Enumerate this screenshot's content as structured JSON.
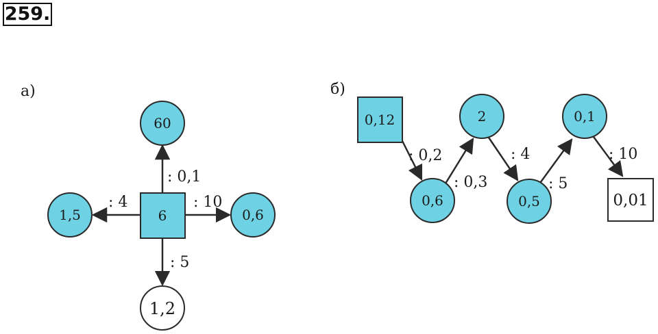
{
  "problem_number": "259.",
  "colors": {
    "filled": "#6fd2e4",
    "empty": "#ffffff",
    "stroke": "#2a2a2a"
  },
  "part_a": {
    "label": "а)",
    "nodes": {
      "center": {
        "text": "6",
        "shape": "square",
        "filled": true
      },
      "top": {
        "text": "60",
        "shape": "circle",
        "filled": true
      },
      "left": {
        "text": "1,5",
        "shape": "circle",
        "filled": true
      },
      "right": {
        "text": "0,6",
        "shape": "circle",
        "filled": true
      },
      "bottom": {
        "text": "1,2",
        "shape": "circle",
        "filled": false
      }
    },
    "edges": [
      {
        "from": "center",
        "to": "top",
        "label": ": 0,1"
      },
      {
        "from": "center",
        "to": "left",
        "label": ": 4"
      },
      {
        "from": "center",
        "to": "right",
        "label": ": 10"
      },
      {
        "from": "center",
        "to": "bottom",
        "label": ": 5"
      }
    ]
  },
  "part_b": {
    "label": "б)",
    "nodes": [
      {
        "text": "0,12",
        "shape": "square",
        "filled": true
      },
      {
        "text": "0,6",
        "shape": "circle",
        "filled": true
      },
      {
        "text": "2",
        "shape": "circle",
        "filled": true
      },
      {
        "text": "0,5",
        "shape": "circle",
        "filled": true
      },
      {
        "text": "0,1",
        "shape": "circle",
        "filled": true
      },
      {
        "text": "0,01",
        "shape": "square",
        "filled": false
      }
    ],
    "edge_labels": [
      ": 0,2",
      ": 0,3",
      ": 4",
      ": 5",
      ": 10"
    ]
  }
}
